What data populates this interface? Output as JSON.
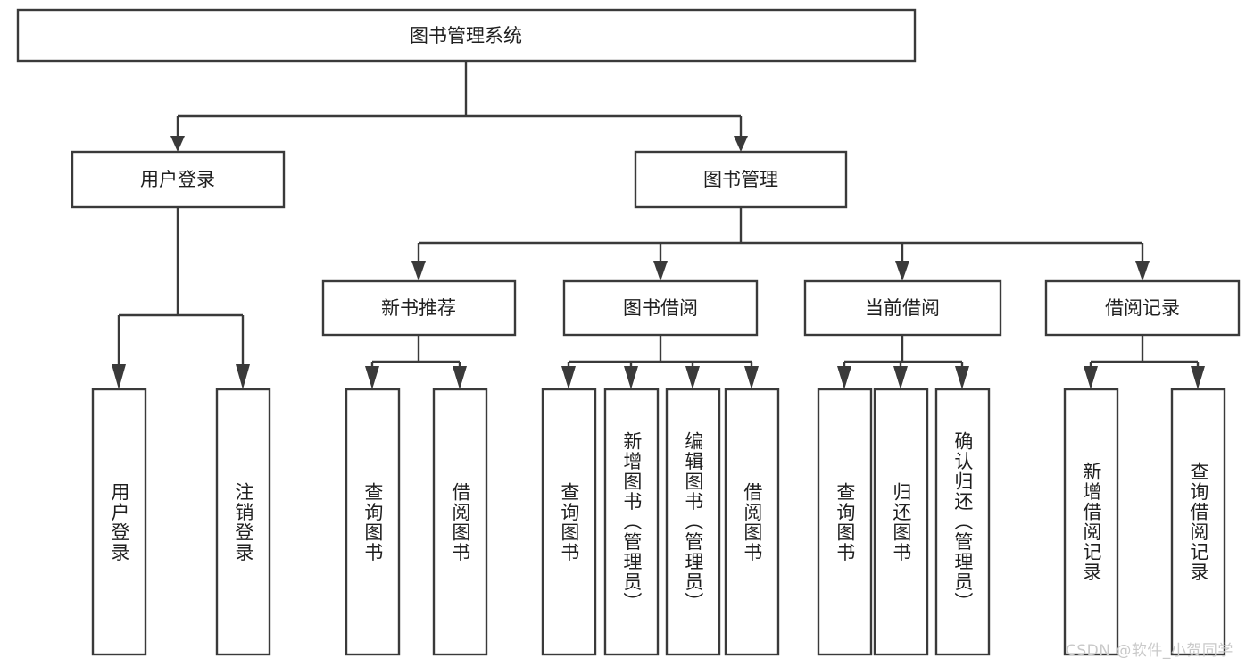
{
  "diagram": {
    "type": "tree",
    "title": "图书管理系统",
    "orientation": "top-down",
    "colors": {
      "box_stroke": "#3a3a3a",
      "box_fill": "#ffffff",
      "connector": "#3a3a3a",
      "text": "#1f1f1f",
      "watermark": "#c9c9c9",
      "background": "#ffffff"
    },
    "root": {
      "label": "图书管理系统"
    },
    "level2": [
      {
        "label": "用户登录"
      },
      {
        "label": "图书管理"
      }
    ],
    "level3": [
      {
        "label": "新书推荐"
      },
      {
        "label": "图书借阅"
      },
      {
        "label": "当前借阅"
      },
      {
        "label": "借阅记录"
      }
    ],
    "leaves": {
      "user_login": [
        {
          "label": "用户登录"
        },
        {
          "label": "注销登录"
        }
      ],
      "new_book": [
        {
          "label": "查询图书"
        },
        {
          "label": "借阅图书"
        }
      ],
      "book_borrow": [
        {
          "label": "查询图书"
        },
        {
          "label": "新增图书（管理员）"
        },
        {
          "label": "编辑图书（管理员）"
        },
        {
          "label": "借阅图书"
        }
      ],
      "current_borrow": [
        {
          "label": "查询图书"
        },
        {
          "label": "归还图书"
        },
        {
          "label": "确认归还（管理员）"
        }
      ],
      "borrow_record": [
        {
          "label": "新增借阅记录"
        },
        {
          "label": "查询借阅记录"
        }
      ]
    }
  },
  "watermark": {
    "text": "CSDN @软件_小贺同学"
  }
}
